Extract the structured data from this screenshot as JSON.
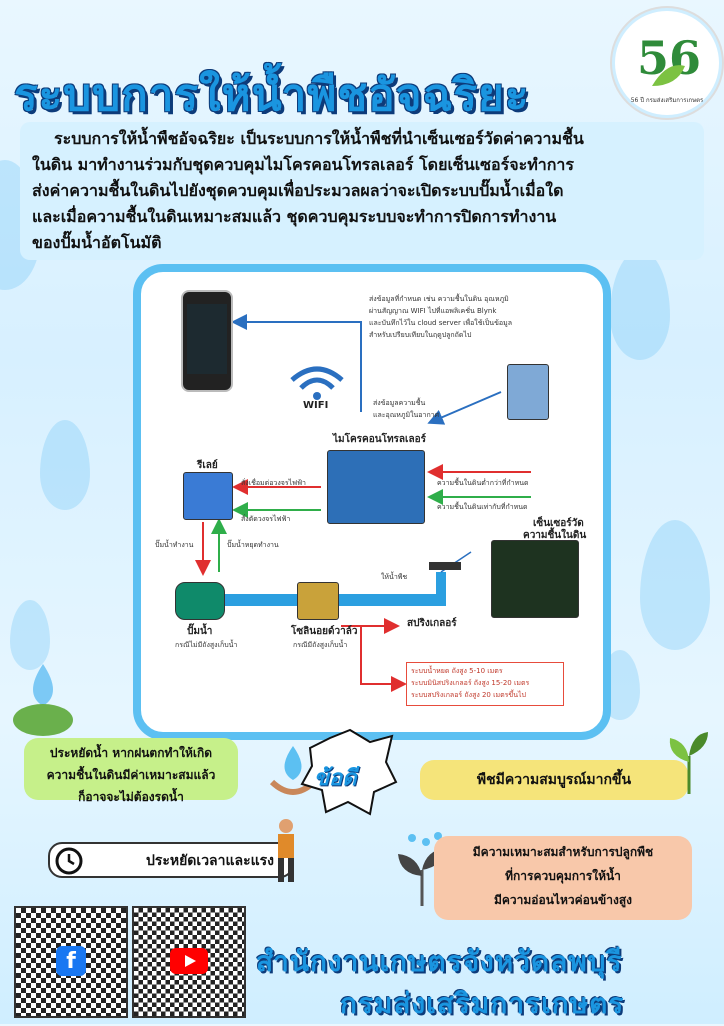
{
  "title": "ระบบการให้น้ำพืชอัจฉริยะ",
  "logo": {
    "number": "56",
    "caption": "56 ปี กรมส่งเสริมการเกษตร"
  },
  "intro": {
    "lines": [
      "ระบบการให้น้ำพืชอัจฉริยะ เป็นระบบการให้น้ำพืชที่นำเซ็นเซอร์วัดค่าความชื้น",
      "ในดิน มาทำงานร่วมกับชุดควบคุมไมโครคอนโทรลเลอร์ โดยเซ็นเซอร์จะทำการ",
      "ส่งค่าความชื้นในดินไปยังชุดควบคุมเพื่อประมวลผลว่าจะเปิดระบบปั๊มน้ำเมื่อใด",
      "และเมื่อความชื้นในดินเหมาะสมแล้ว ชุดควบคุมระบบจะทำการปิดการทำงาน",
      "ของปั๊มน้ำอัตโนมัติ"
    ]
  },
  "diagram": {
    "cloud_note": [
      "ส่งข้อมูลที่กำหนด เช่น ความชื้นในดิน อุณหภูมิ",
      "ผ่านสัญญาณ WIFI ไปที่แอพลิเคชั่น Blynk",
      "และบันทึกไว้ใน cloud server เพื่อใช้เป็นข้อมูล",
      "สำหรับเปรียบเทียบในฤดูปลูกถัดไป"
    ],
    "wifi_label": "WIFI",
    "air_note": [
      "ส่งข้อมูลความชื้น",
      "และอุณหภูมิในอากาศ"
    ],
    "micro_label": "ไมโครคอนโทรลเลอร์",
    "relay_label": "รีเลย์",
    "relay_on": "สั่งเชื่อมต่อวงจรไฟฟ้า",
    "relay_off": "สั่งตัดวงจรไฟฟ้า",
    "low_moisture": "ความชื้นในดินต่ำกว่าที่กำหนด",
    "ok_moisture": "ความชื้นในดินเท่ากับที่กำหนด",
    "sensor_label": [
      "เซ็นเซอร์วัด",
      "ความชื้นในดิน"
    ],
    "pump_on": "ปั๊มน้ำทำงาน",
    "pump_off": "ปั๊มน้ำหยุดทำงาน",
    "water_to_plant": "ให้น้ำพืช",
    "pump_label": "ปั๊มน้ำ",
    "pump_note": "กรณีไม่มีถังสูงเก็บน้ำ",
    "valve_label": "โซลินอยด์วาล์ว",
    "valve_note": "กรณีมีถังสูงเก็บน้ำ",
    "sprinkler_label": "สปริงเกลอร์",
    "options": [
      "ระบบน้ำหยด ถังสูง 5-10 เมตร",
      "ระบบมินิสปริงเกลอร์ ถังสูง 15-20 เมตร",
      "ระบบสปริงเกลอร์ ถังสูง 20 เมตรขึ้นไป"
    ]
  },
  "benefits": {
    "badge": "ข้อดี",
    "save_water": [
      "ประหยัดน้ำ หากฝนตกทำให้เกิด",
      "ความชื้นในดินมีค่าเหมาะสมแล้ว",
      "ก็อาจจะไม่ต้องรดน้ำ"
    ],
    "fertile": "พืชมีความสมบูรณ์มากขึ้น",
    "save_time": "ประหยัดเวลาและแรง",
    "suitable": [
      "มีความเหมาะสมสำหรับการปลูกพืช",
      "ที่การควบคุมการให้น้ำ",
      "มีความอ่อนไหวค่อนข้างสูง"
    ]
  },
  "footer": {
    "office": "สำนักงานเกษตรจังหวัดลพบุรี",
    "department": "กรมส่งเสริมการเกษตร"
  },
  "icons": [
    "facebook-icon",
    "youtube-icon",
    "clock-icon",
    "wifi-icon",
    "water-drop-icon",
    "plant-icon"
  ],
  "colors": {
    "accent": "#1a95e0",
    "title_outline": "#0d3b7a",
    "frame": "#5cc0f2",
    "arrow_blue": "#2a6fc0",
    "arrow_red": "#e02f2f",
    "arrow_green": "#2fae4a",
    "pipe": "#2b9fe0"
  }
}
